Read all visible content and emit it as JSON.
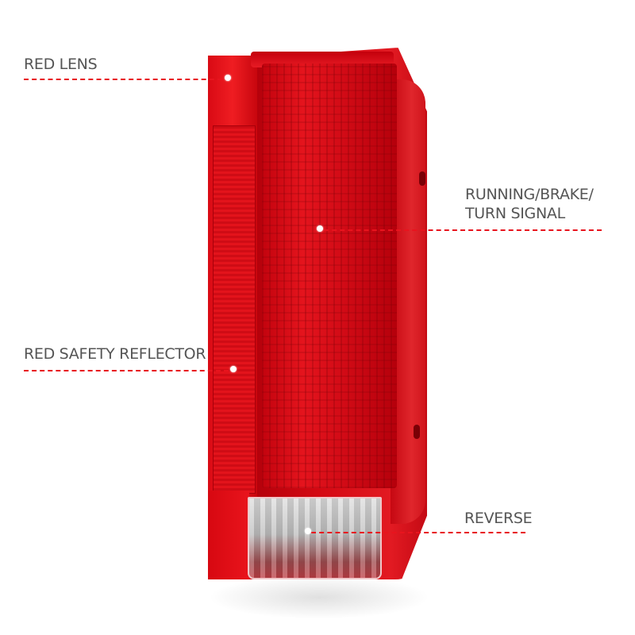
{
  "image": {
    "subject": "red tail light assembly with callout labels",
    "background_color": "#ffffff",
    "accent_color": "#e8141e",
    "label_color": "#555555"
  },
  "callouts": [
    {
      "id": "red-lens",
      "label": "RED LENS",
      "side": "left"
    },
    {
      "id": "running-brake-turn",
      "label_line1": "RUNNING/BRAKE/",
      "label_line2": "TURN SIGNAL",
      "side": "right"
    },
    {
      "id": "red-safety-reflector",
      "label": "RED SAFETY REFLECTOR",
      "side": "left"
    },
    {
      "id": "reverse",
      "label": "REVERSE",
      "side": "right"
    }
  ]
}
